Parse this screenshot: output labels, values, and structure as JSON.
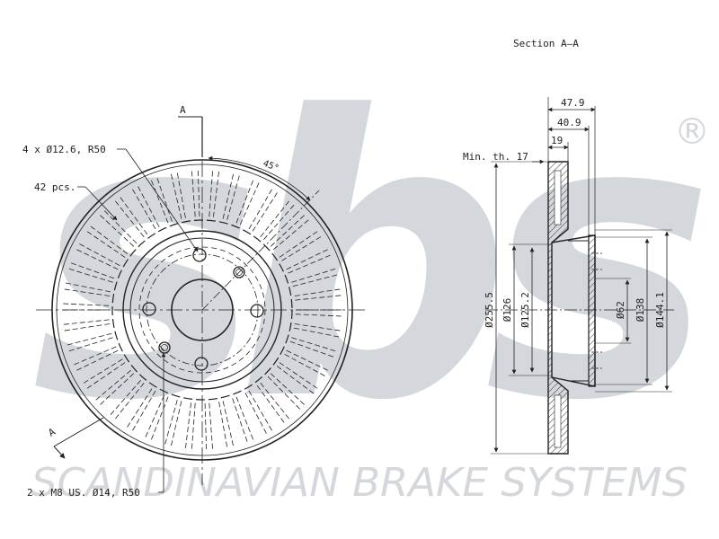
{
  "watermark": {
    "logo_text": "sbs",
    "registered_mark": "®",
    "company_text": "SCANDINAVIAN BRAKE SYSTEMS",
    "color": "#d4d7dc"
  },
  "front_view": {
    "section_marker_top": "A",
    "section_marker_bottom": "A",
    "angle_label": "45°",
    "bolt_holes_label": "4 x Ø12.6, R50",
    "vanes_label": "42 pcs.",
    "threads_label": "2 x M8 US. Ø14, R50",
    "vane_count": 42
  },
  "section_view": {
    "title": "Section A–A",
    "min_thickness_label": "Min. th. 17",
    "dim_overall_height": "47.9",
    "dim_hat_height": "40.9",
    "dim_thickness": "19",
    "dia_outer": "Ø255.5",
    "dia_126": "Ø126",
    "dia_125_2": "Ø125.2",
    "dia_center": "Ø62",
    "dia_138": "Ø138",
    "dia_144_1": "Ø144.1"
  }
}
